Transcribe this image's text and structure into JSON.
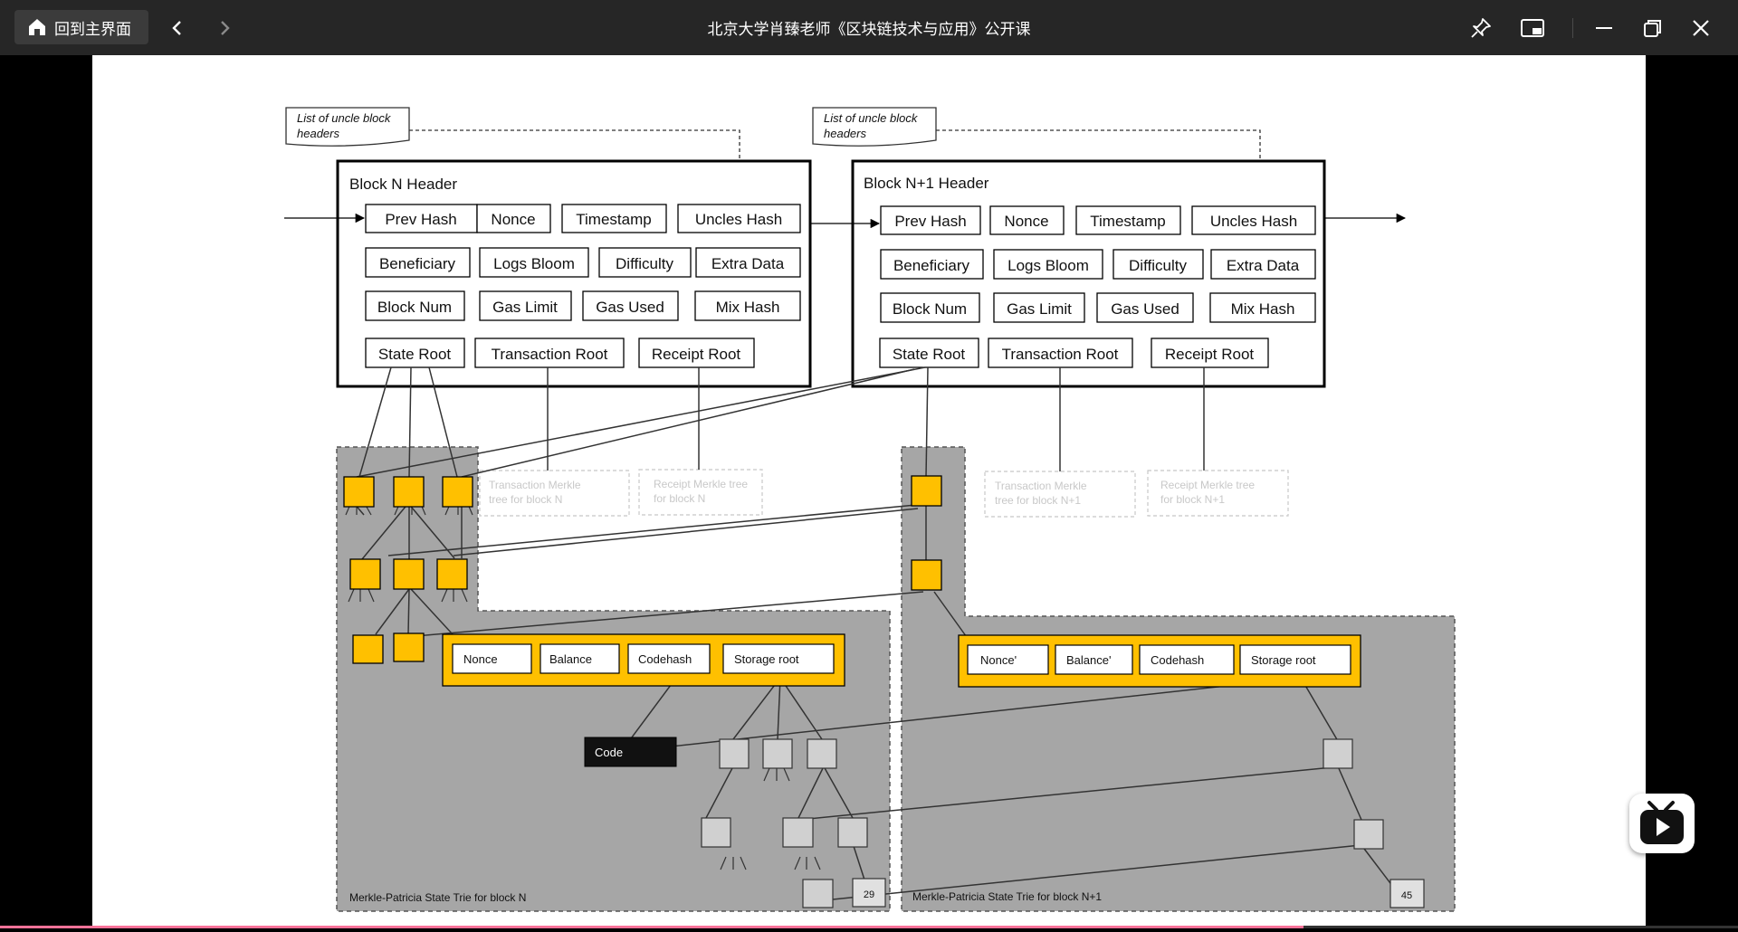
{
  "topbar": {
    "home_label": "回到主界面",
    "title": "北京大学肖臻老师《区块链技术与应用》公开课"
  },
  "playback": {
    "progress": 0.75
  },
  "colors": {
    "accent": "#fb7299",
    "yellow": "#ffc000",
    "trie_gray": "#a6a6a6"
  },
  "diagram": {
    "block_n": {
      "note": [
        "List of uncle block",
        "headers"
      ],
      "title": "Block N Header",
      "prev_hash": "Prev Hash",
      "nonce": "Nonce",
      "timestamp": "Timestamp",
      "uncles_hash": "Uncles Hash",
      "beneficiary": "Beneficiary",
      "logs_bloom": "Logs Bloom",
      "difficulty": "Difficulty",
      "extra_data": "Extra Data",
      "block_num": "Block Num",
      "gas_limit": "Gas Limit",
      "gas_used": "Gas Used",
      "mix_hash": "Mix Hash",
      "state_root": "State Root",
      "transaction_root": "Transaction Root",
      "receipt_root": "Receipt Root",
      "tx_tree": [
        "Transaction Merkle",
        "tree for block N"
      ],
      "receipt_tree": [
        "Receipt Merkle tree",
        "for block N"
      ],
      "account": {
        "nonce": "Nonce",
        "balance": "Balance",
        "codehash": "Codehash",
        "storage_root": "Storage root"
      },
      "code": "Code",
      "leaf_value": "29",
      "trie_caption": "Merkle-Patricia  State  Trie  for block N"
    },
    "block_n1": {
      "note": [
        "List of uncle block",
        "headers"
      ],
      "title": "Block N+1 Header",
      "prev_hash": "Prev Hash",
      "nonce": "Nonce",
      "timestamp": "Timestamp",
      "uncles_hash": "Uncles Hash",
      "beneficiary": "Beneficiary",
      "logs_bloom": "Logs Bloom",
      "difficulty": "Difficulty",
      "extra_data": "Extra Data",
      "block_num": "Block Num",
      "gas_limit": "Gas Limit",
      "gas_used": "Gas Used",
      "mix_hash": "Mix Hash",
      "state_root": "State Root",
      "transaction_root": "Transaction Root",
      "receipt_root": "Receipt Root",
      "tx_tree": [
        "Transaction Merkle",
        "tree for block N+1"
      ],
      "receipt_tree": [
        "Receipt Merkle tree",
        "for block N+1"
      ],
      "account": {
        "nonce": "Nonce'",
        "balance": "Balance'",
        "codehash": "Codehash",
        "storage_root": "Storage root"
      },
      "leaf_value": "45",
      "trie_caption": "Merkle-Patricia  State  Trie  for block N+1"
    }
  }
}
